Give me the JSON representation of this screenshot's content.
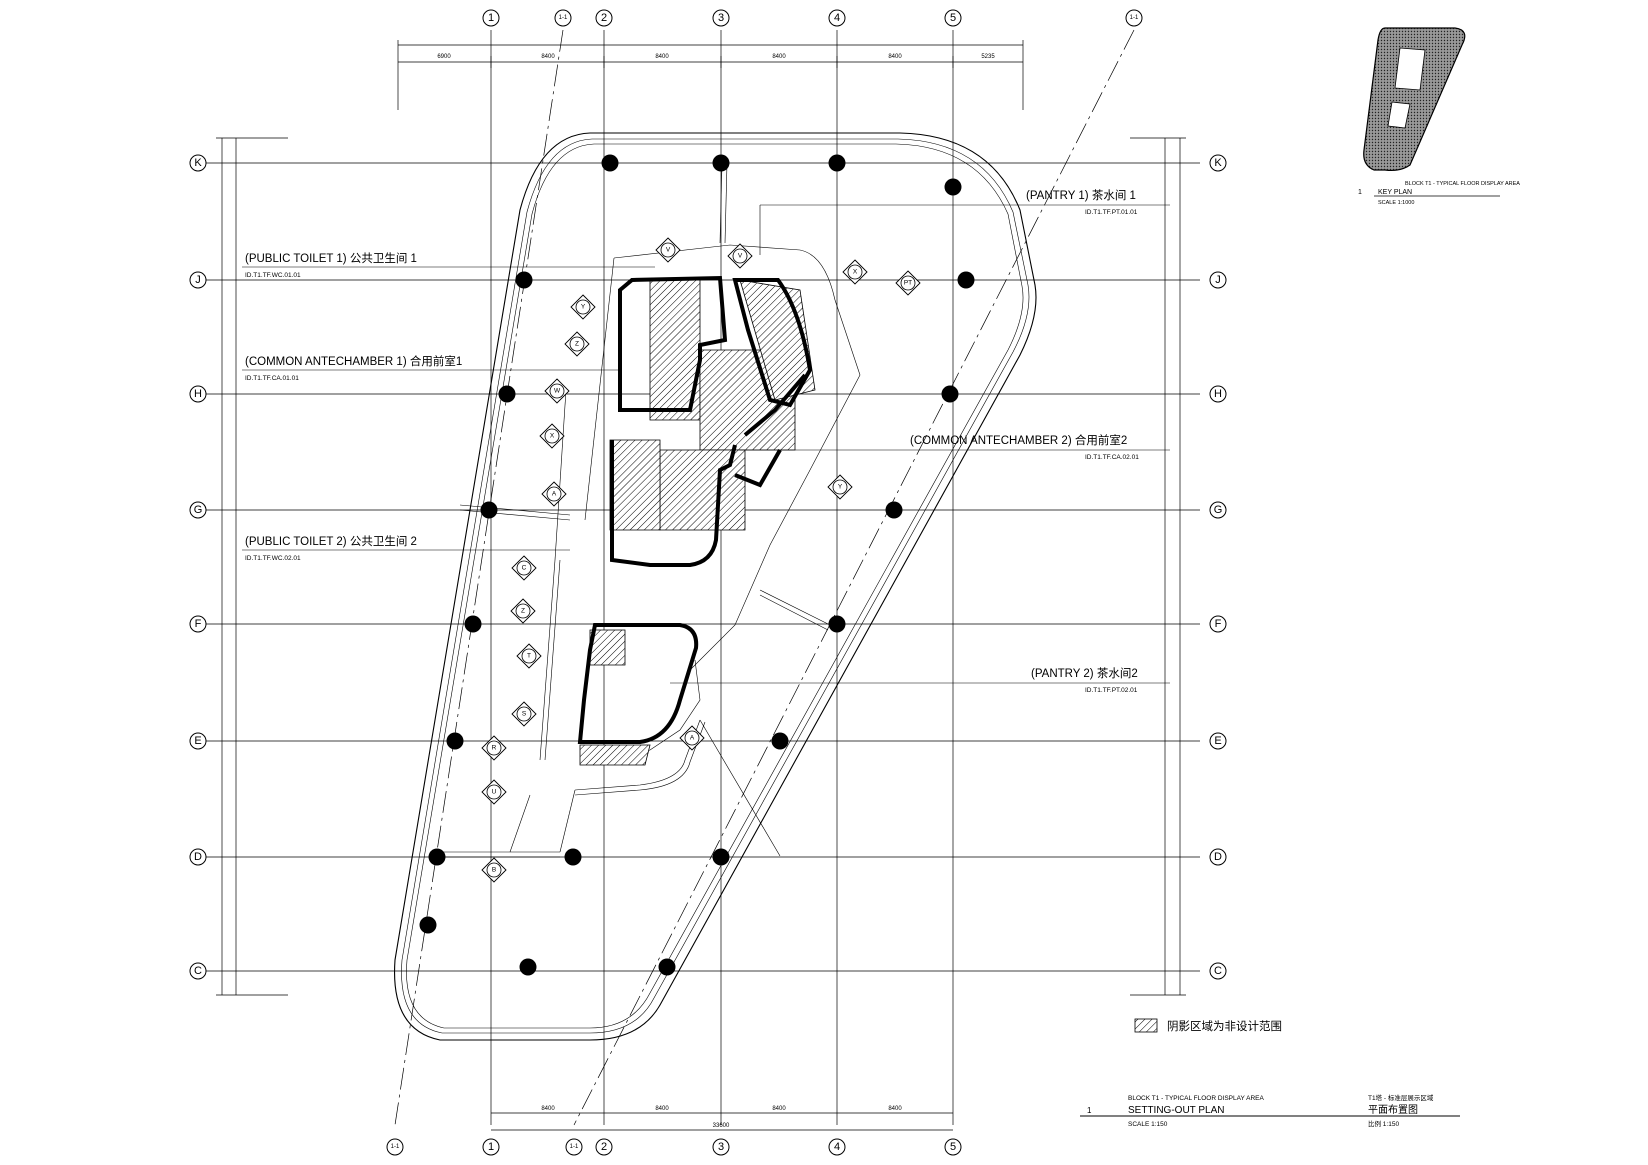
{
  "grid": {
    "columns": [
      "1",
      "1-1",
      "2",
      "3",
      "4",
      "5"
    ],
    "rows": [
      "K",
      "J",
      "H",
      "G",
      "F",
      "E",
      "D",
      "C"
    ]
  },
  "dimensions": {
    "top": [
      "6900",
      "8400",
      "8400",
      "8400",
      "8400",
      "5235"
    ],
    "bottom": [
      "8400",
      "8400",
      "8400",
      "8400"
    ],
    "bottom_total": "33600"
  },
  "callouts": [
    {
      "label": "(PANTRY 1) 茶水间 1",
      "code": "ID.T1.TF.PT.01.01"
    },
    {
      "label": "(PUBLIC TOILET 1) 公共卫生间 1",
      "code": "ID.T1.TF.WC.01.01"
    },
    {
      "label": "(COMMON ANTECHAMBER 1) 合用前室1",
      "code": "ID.T1.TF.CA.01.01"
    },
    {
      "label": "(COMMON ANTECHAMBER 2) 合用前室2",
      "code": "ID.T1.TF.CA.02.01"
    },
    {
      "label": "(PUBLIC TOILET 2) 公共卫生间 2",
      "code": "ID.T1.TF.WC.02.01"
    },
    {
      "label": "(PANTRY 2) 茶水间2",
      "code": "ID.T1.TF.PT.02.01"
    }
  ],
  "markers": [
    "V",
    "V",
    "X",
    "Y",
    "W",
    "Z",
    "PT",
    "A",
    "Y",
    "X",
    "C",
    "Z",
    "T",
    "S",
    "R",
    "U",
    "B",
    "A"
  ],
  "key_plan": {
    "number": "1",
    "title": "KEY PLAN",
    "note": "BLOCK T1 - TYPICAL FLOOR DISPLAY AREA",
    "scale": "SCALE 1:1000"
  },
  "legend": {
    "text": "阴影区域为非设计范围"
  },
  "title_block": {
    "number": "1",
    "subtitle_en": "BLOCK T1 - TYPICAL FLOOR DISPLAY AREA",
    "subtitle_cn": "T1塔 - 标准层展示区域",
    "title_en": "SETTING-OUT PLAN",
    "title_cn": "平面布置图",
    "scale_en": "SCALE 1:150",
    "scale_cn": "比例 1:150"
  }
}
